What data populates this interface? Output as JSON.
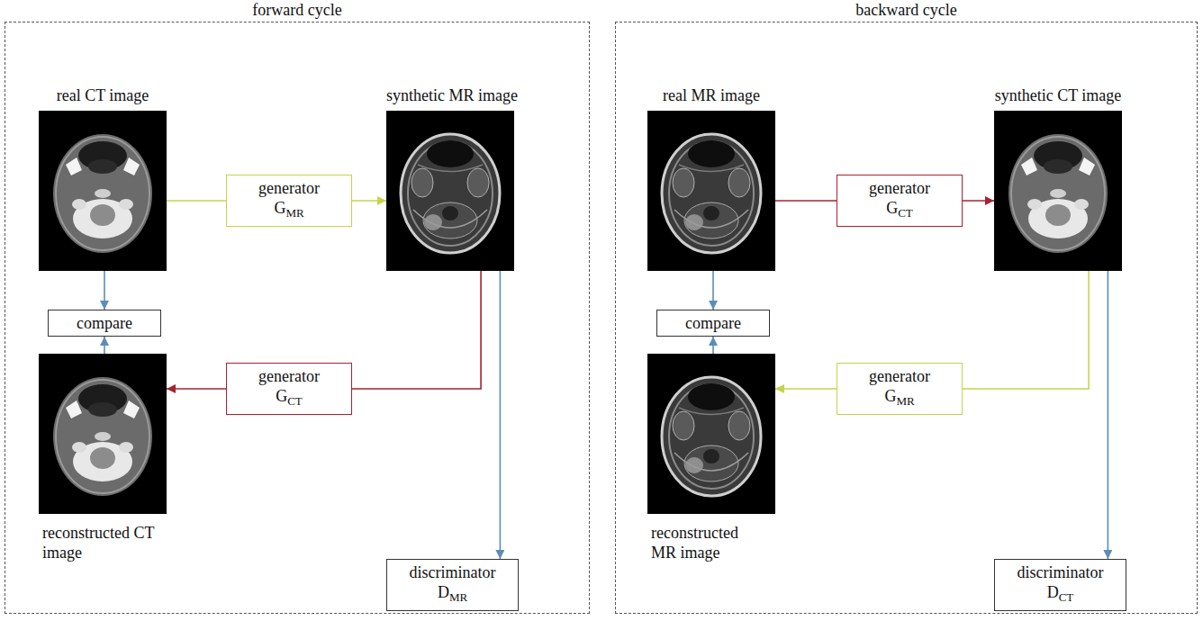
{
  "diagram": {
    "nodes": [
      {
        "text": [
          "forward cycle"
        ]
      },
      {
        "text": [
          "real CT image"
        ],
        "in": 0
      },
      {
        "text": [
          "generator",
          "G",
          "MR"
        ],
        "in": 0
      },
      {
        "text": [
          "synthetic MR image"
        ],
        "in": 0
      },
      {
        "text": [
          "compare"
        ],
        "in": 0
      },
      {
        "text": [
          "reconstructed CT image"
        ],
        "in": 0
      },
      {
        "text": [
          "generator",
          "G",
          "CT"
        ],
        "in": 0
      },
      {
        "text": [
          "discriminator",
          "D",
          "MR"
        ],
        "in": 0
      },
      {
        "text": [
          "backward cycle"
        ]
      },
      {
        "text": [
          "real MR image"
        ],
        "in": 8
      },
      {
        "text": [
          "generator",
          "G",
          "CT"
        ],
        "in": 8
      },
      {
        "text": [
          "synthetic CT image"
        ],
        "in": 8
      },
      {
        "text": [
          "compare"
        ],
        "in": 8
      },
      {
        "text": [
          "reconstructed MR image"
        ],
        "in": 8
      },
      {
        "text": [
          "generator",
          "G",
          "MR"
        ],
        "in": 8
      },
      {
        "text": [
          "discriminator",
          "D",
          "CT"
        ],
        "in": 8
      }
    ],
    "edges": [
      {
        "from": 1,
        "to": 2,
        "arrow": "none"
      },
      {
        "from": 2,
        "to": 3,
        "arrow": "to"
      },
      {
        "from": 3,
        "to": 6,
        "arrow": "none"
      },
      {
        "from": 6,
        "to": 5,
        "arrow": "to"
      },
      {
        "from": 3,
        "to": 7,
        "arrow": "to"
      },
      {
        "from": 1,
        "to": 4,
        "arrow": "to"
      },
      {
        "from": 5,
        "to": 4,
        "arrow": "to"
      },
      {
        "from": 9,
        "to": 10,
        "arrow": "none"
      },
      {
        "from": 10,
        "to": 11,
        "arrow": "to"
      },
      {
        "from": 11,
        "to": 14,
        "arrow": "none"
      },
      {
        "from": 14,
        "to": 13,
        "arrow": "to"
      },
      {
        "from": 11,
        "to": 15,
        "arrow": "to"
      },
      {
        "from": 9,
        "to": 12,
        "arrow": "to"
      },
      {
        "from": 13,
        "to": 12,
        "arrow": "to"
      }
    ]
  }
}
